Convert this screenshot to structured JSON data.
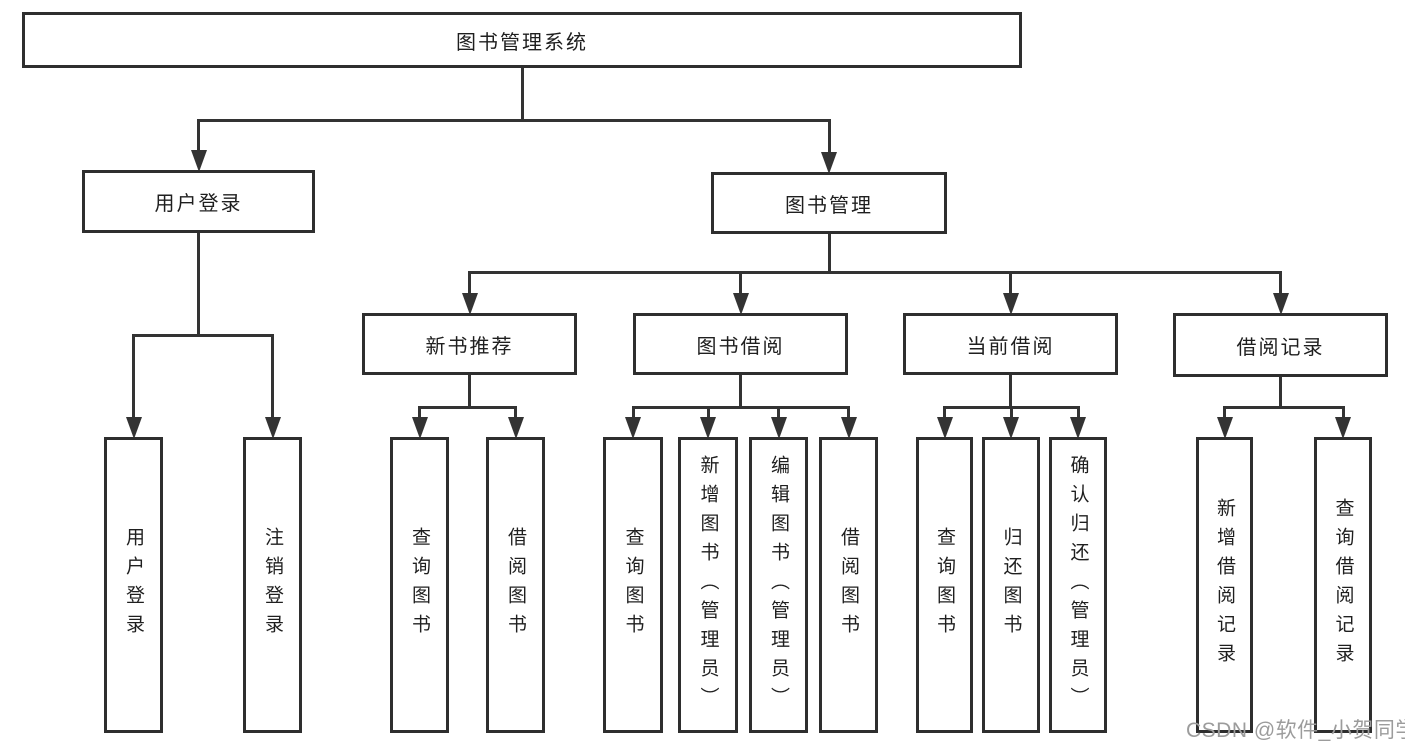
{
  "diagram_title": "图书管理系统",
  "nodes": [
    {
      "id": "root",
      "level": 1,
      "label": "图书管理系统"
    },
    {
      "id": "user-login",
      "level": 2,
      "label": "用户登录"
    },
    {
      "id": "book-mgmt",
      "level": 2,
      "label": "图书管理"
    },
    {
      "id": "new-book-rec",
      "level": 3,
      "label": "新书推荐"
    },
    {
      "id": "book-borrow",
      "level": 3,
      "label": "图书借阅"
    },
    {
      "id": "current-borrow",
      "level": 3,
      "label": "当前借阅"
    },
    {
      "id": "borrow-records",
      "level": 3,
      "label": "借阅记录"
    },
    {
      "id": "leaf-user-login",
      "level": 4,
      "label": "用户登录"
    },
    {
      "id": "leaf-logout",
      "level": 4,
      "label": "注销登录"
    },
    {
      "id": "leaf-nb-query",
      "level": 4,
      "label": "查询图书"
    },
    {
      "id": "leaf-nb-borrow",
      "level": 4,
      "label": "借阅图书"
    },
    {
      "id": "leaf-bb-query",
      "level": 4,
      "label": "查询图书"
    },
    {
      "id": "leaf-bb-add",
      "level": 4,
      "label": "新增图书（管理员）"
    },
    {
      "id": "leaf-bb-edit",
      "level": 4,
      "label": "编辑图书（管理员）"
    },
    {
      "id": "leaf-bb-borrow",
      "level": 4,
      "label": "借阅图书"
    },
    {
      "id": "leaf-cb-query",
      "level": 4,
      "label": "查询图书"
    },
    {
      "id": "leaf-cb-return",
      "level": 4,
      "label": "归还图书"
    },
    {
      "id": "leaf-cb-confirm",
      "level": 4,
      "label": "确认归还（管理员）"
    },
    {
      "id": "leaf-br-add",
      "level": 4,
      "label": "新增借阅记录"
    },
    {
      "id": "leaf-br-query",
      "level": 4,
      "label": "查询借阅记录"
    }
  ],
  "edges": [
    {
      "from": "root",
      "to": [
        "user-login",
        "book-mgmt"
      ]
    },
    {
      "from": "user-login",
      "to": [
        "leaf-user-login",
        "leaf-logout"
      ]
    },
    {
      "from": "book-mgmt",
      "to": [
        "new-book-rec",
        "book-borrow",
        "current-borrow",
        "borrow-records"
      ]
    },
    {
      "from": "new-book-rec",
      "to": [
        "leaf-nb-query",
        "leaf-nb-borrow"
      ]
    },
    {
      "from": "book-borrow",
      "to": [
        "leaf-bb-query",
        "leaf-bb-add",
        "leaf-bb-edit",
        "leaf-bb-borrow"
      ]
    },
    {
      "from": "current-borrow",
      "to": [
        "leaf-cb-query",
        "leaf-cb-return",
        "leaf-cb-confirm"
      ]
    },
    {
      "from": "borrow-records",
      "to": [
        "leaf-br-add",
        "leaf-br-query"
      ]
    }
  ],
  "watermark": "CSDN @软件_小贺同学",
  "colors": {
    "line": "#333333",
    "box_border": "#2e2e2e",
    "box_fill": "#ffffff",
    "background": "#ffffff",
    "text": "#1f1f1f",
    "watermark": "#9c9c9c"
  }
}
